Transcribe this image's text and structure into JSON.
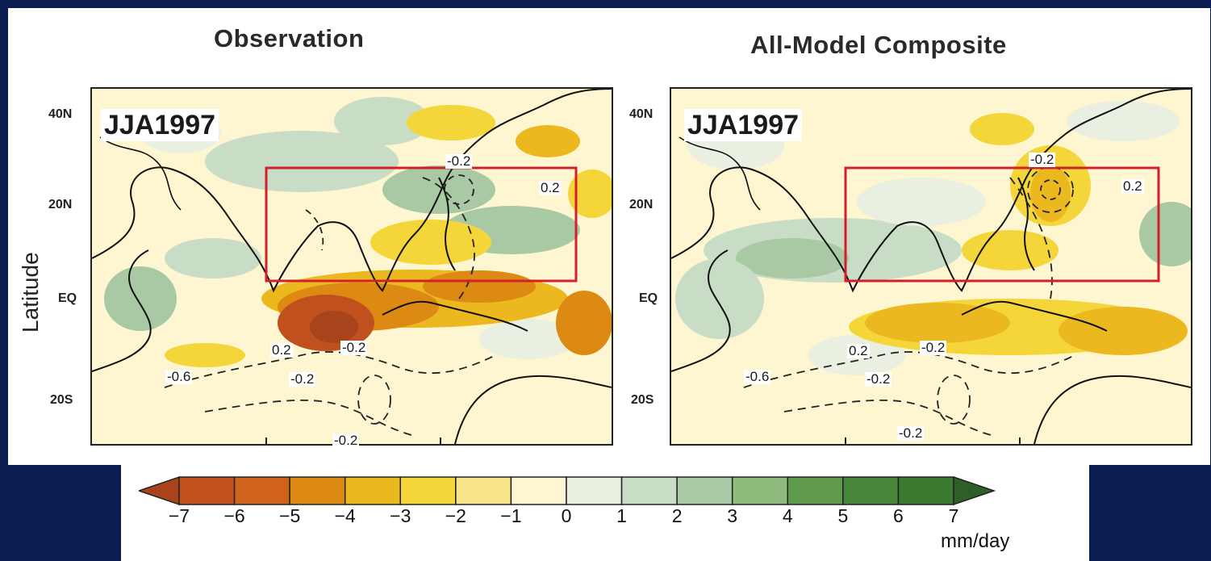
{
  "panels": [
    {
      "title": "Observation",
      "stamp": "JJA1997",
      "contour_labels": [
        "-0.2",
        "0.2",
        "0.2",
        "-0.2",
        "-0.6",
        "-0.2",
        "-0.2"
      ]
    },
    {
      "title": "All-Model Composite",
      "stamp": "JJA1997",
      "contour_labels": [
        "-0.2",
        "0.2",
        "0.2",
        "-0.2",
        "-0.6",
        "-0.2",
        "-0.2"
      ]
    }
  ],
  "axis": {
    "ylabel": "Latitude",
    "lat_ticks": [
      "40N",
      "20N",
      "EQ",
      "20S"
    ]
  },
  "colorbar": {
    "ticks": [
      "−7",
      "−6",
      "−5",
      "−4",
      "−3",
      "−2",
      "−1",
      "0",
      "1",
      "2",
      "3",
      "4",
      "5",
      "6",
      "7"
    ],
    "unit": "mm/day",
    "colors": [
      "#a8431c",
      "#c0511e",
      "#d0621c",
      "#dc8a14",
      "#ecb820",
      "#f5d63a",
      "#f8e58a",
      "#fdf6d0",
      "#e9efe1",
      "#c9dcc6",
      "#a9c9a4",
      "#8fbb7d",
      "#5f9a4c",
      "#4a863a",
      "#3b7a2e",
      "#2f5f28"
    ]
  },
  "colors": {
    "background": "#0b1d52",
    "box": "#d31f2a"
  }
}
